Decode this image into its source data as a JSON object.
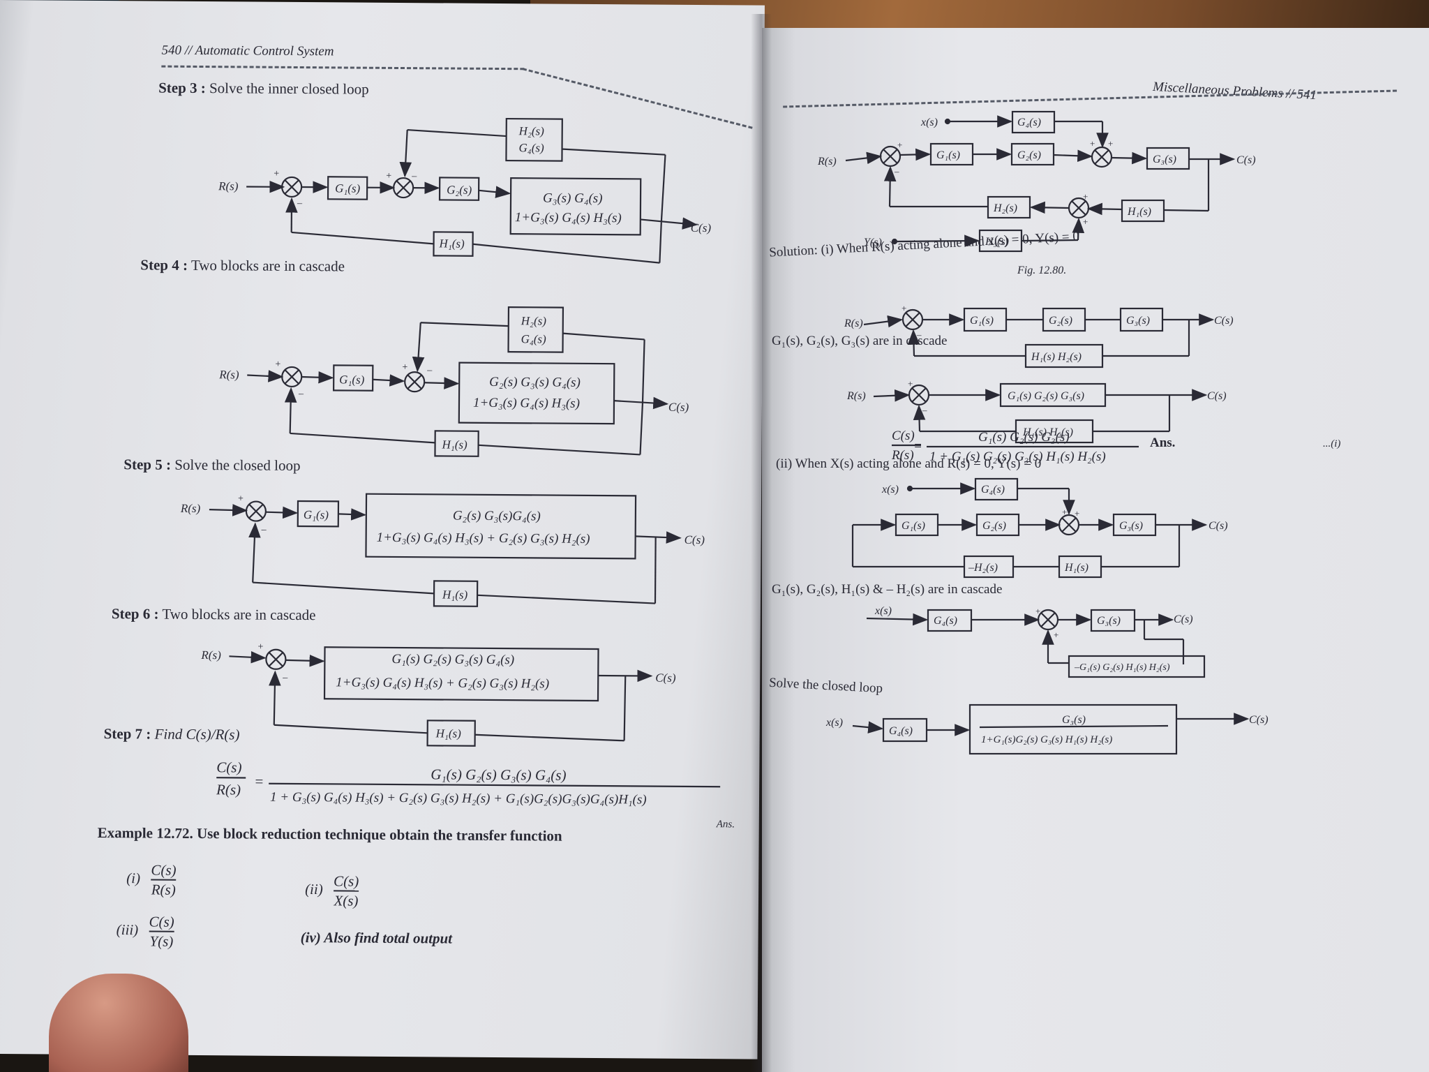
{
  "left_page": {
    "header": "540 // Automatic Control System",
    "step3": {
      "bold": "Step 3 :",
      "text": "Solve the inner closed loop"
    },
    "step4": {
      "bold": "Step 4 :",
      "text": "Two blocks are in cascade"
    },
    "step5": {
      "bold": "Step 5 :",
      "text": "Solve the closed loop"
    },
    "step6": {
      "bold": "Step 6 :",
      "text": "Two blocks are in cascade"
    },
    "step7": {
      "bold": "Step 7 :",
      "text": "Find C(s)/R(s)"
    },
    "d1": {
      "R": "R(s)",
      "G1": "G₁(s)",
      "G2": "G₂(s)",
      "num": "G₃(s) G₄(s)",
      "den": "1+G₃(s) G₄(s) H₃(s)",
      "fbtop_num": "H₂(s)",
      "fbtop_den": "G₄(s)",
      "H1": "H₁(s)",
      "C": "C(s)"
    },
    "d2": {
      "R": "R(s)",
      "G1": "G₁(s)",
      "num": "G₂(s) G₃(s) G₄(s)",
      "den": "1+G₃(s) G₄(s) H₃(s)",
      "fbtop_num": "H₂(s)",
      "fbtop_den": "G₄(s)",
      "H1": "H₁(s)",
      "C": "C(s)"
    },
    "d3": {
      "R": "R(s)",
      "G1": "G₁(s)",
      "num": "G₂(s) G₃(s)G₄(s)",
      "den": "1+G₃(s) G₄(s) H₃(s) + G₂(s) G₃(s) H₂(s)",
      "H1": "H₁(s)",
      "C": "C(s)"
    },
    "d4": {
      "R": "R(s)",
      "num": "G₁(s) G₂(s) G₃(s) G₄(s)",
      "den": "1+G₃(s) G₄(s) H₃(s) + G₂(s) G₃(s) H₂(s)",
      "H1": "H₁(s)",
      "C": "C(s)"
    },
    "final": {
      "lhs_num": "C(s)",
      "lhs_den": "R(s)",
      "eq": "=",
      "num": "G₁(s) G₂(s) G₃(s) G₄(s)",
      "den": "1 + G₃(s) G₄(s) H₃(s) + G₂(s) G₃(s) H₂(s) + G₁(s)G₂(s)G₃(s)G₄(s)H₁(s)",
      "ans": "Ans."
    },
    "example": "Example 12.72. Use block reduction technique obtain the transfer function",
    "parts": [
      {
        "label": "(i)",
        "num": "C(s)",
        "den": "R(s)"
      },
      {
        "label": "(ii)",
        "num": "C(s)",
        "den": "X(s)"
      },
      {
        "label": "(iii)",
        "num": "C(s)",
        "den": "Y(s)"
      }
    ],
    "part4": "(iv)  Also find total output"
  },
  "right_page": {
    "header": "Miscellaneous Problems // 541",
    "fig": {
      "x": "x(s)",
      "R": "R(s)",
      "Y": "Y(s)",
      "C": "C(s)",
      "G4": "G₄(s)",
      "G1": "G₁(s)",
      "G2": "G₂(s)",
      "G3": "G₃(s)",
      "H2": "H₂(s)",
      "H1": "H₁(s)",
      "H3": "H₃(s)",
      "caption": "Fig. 12.80."
    },
    "solution": "Solution: (i) When R(s) acting alone and x(s) = 0, Y(s) = 0",
    "s1": {
      "R": "R(s)",
      "G1": "G₁(s)",
      "G2": "G₂(s)",
      "G3": "G₃(s)",
      "H": "H₁(s) H₂(s)",
      "C": "C(s)"
    },
    "cascade1": "G₁(s), G₂(s), G₃(s) are in cascade",
    "s2": {
      "R": "R(s)",
      "G": "G₁(s) G₂(s) G₃(s)",
      "H": "H₁(s) H₂(s)",
      "C": "C(s)"
    },
    "tf1": {
      "lhs_num": "C(s)",
      "lhs_den": "R(s)",
      "eq": "=",
      "num": "G₁(s) G₂(s) G₃(s)",
      "den": "1 + G₁(s) G₂(s) G₃(s) H₁(s) H₂(s)",
      "ans": "Ans.",
      "tag": "...(i)"
    },
    "part2": "(ii) When X(s) acting alone and R(s) = 0, Y(s) = 0",
    "s3": {
      "x": "x(s)",
      "G4": "G₄(s)",
      "G1": "G₁(s)",
      "G2": "G₂(s)",
      "G3": "G₃(s)",
      "mH2": "–H₂(s)",
      "H1": "H₁(s)",
      "C": "C(s)"
    },
    "cascade2": "G₁(s), G₂(s), H₁(s) & – H₂(s) are in cascade",
    "s4": {
      "x": "x(s)",
      "G4": "G₄(s)",
      "G3": "G₃(s)",
      "H": "–G₁(s) G₂(s) H₁(s) H₂(s)",
      "C": "C(s)"
    },
    "solve": "Solve the closed loop",
    "s5": {
      "x": "x(s)",
      "G4": "G₄(s)",
      "num": "G₃(s)",
      "den": "1+G₁(s)G₂(s) G₃(s) H₁(s) H₂(s)",
      "C": "C(s)"
    }
  }
}
